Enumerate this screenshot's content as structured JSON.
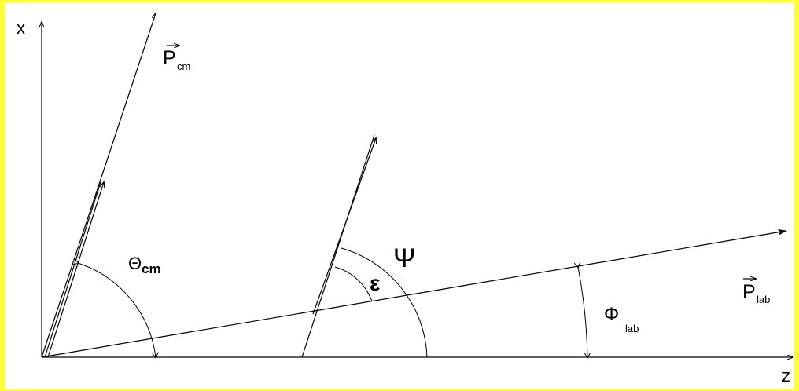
{
  "colors": {
    "border": "#FFFF33",
    "background": "#FFFFFF",
    "ink": "#000000"
  },
  "labels": {
    "x_axis": "x",
    "z_axis": "z",
    "p_cm": {
      "base": "P",
      "sub": "cm"
    },
    "p_lab": {
      "base": "P",
      "sub": "lab"
    },
    "theta_cm": {
      "base": "Θ",
      "sub": "cm"
    },
    "epsilon": "ε",
    "psi": "Ψ",
    "phi_lab": {
      "base": "Φ",
      "sub": "lab"
    }
  }
}
